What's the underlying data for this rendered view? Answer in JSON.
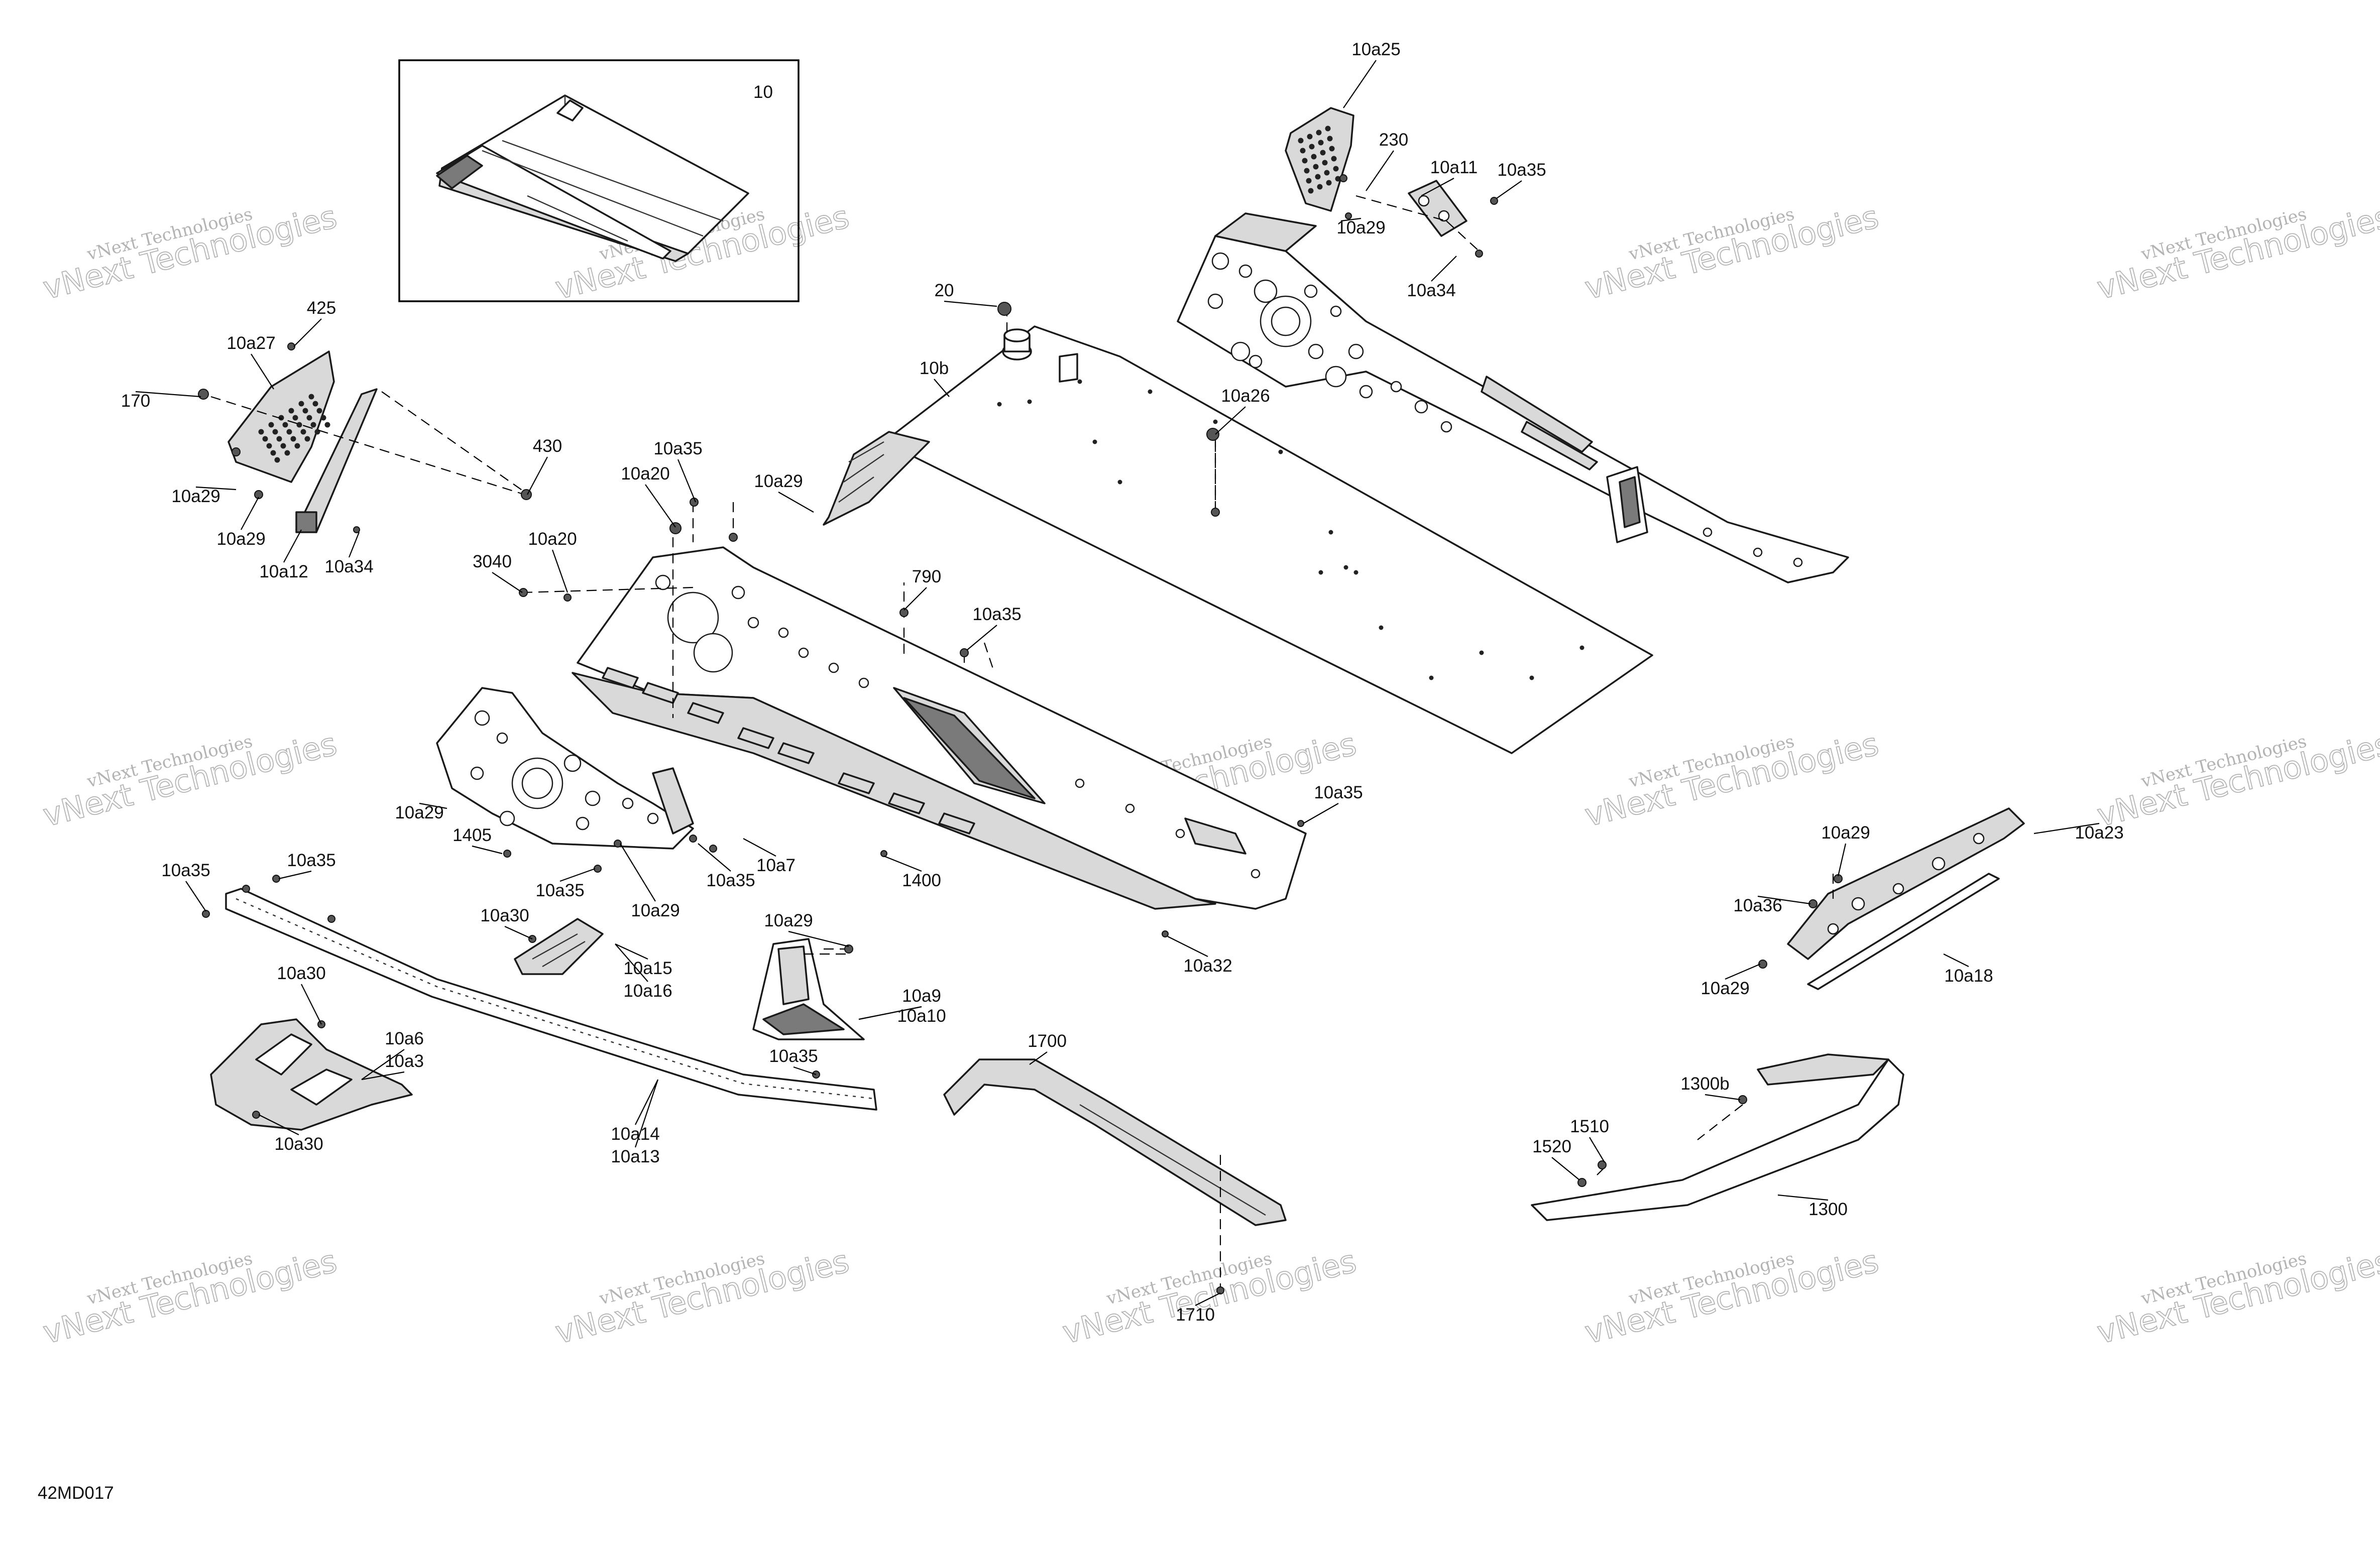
{
  "diagram_id": "42MD017",
  "inset_label": "10",
  "watermark": {
    "line1": "vNext Technologies",
    "line2": "vNext Technologies"
  },
  "callouts": [
    "10a25",
    "230",
    "10a11",
    "10a35",
    "10a29",
    "10a34",
    "20",
    "10b",
    "10a26",
    "10a29",
    "425",
    "10a27",
    "170",
    "430",
    "10a29",
    "10a29",
    "10a12",
    "10a34",
    "10a35",
    "10a20",
    "10a20",
    "3040",
    "790",
    "10a35",
    "10a29",
    "1405",
    "10a35",
    "10a29",
    "10a35",
    "10a7",
    "1400",
    "10a35",
    "10a32",
    "10a35",
    "10a35",
    "10a30",
    "10a15",
    "10a16",
    "10a29",
    "10a9",
    "10a10",
    "10a35",
    "10a30",
    "10a6",
    "10a3",
    "10a30",
    "10a14",
    "10a13",
    "1700",
    "1710",
    "10a29",
    "10a23",
    "10a36",
    "10a18",
    "10a29",
    "1300b",
    "1510",
    "1520",
    "1300"
  ]
}
